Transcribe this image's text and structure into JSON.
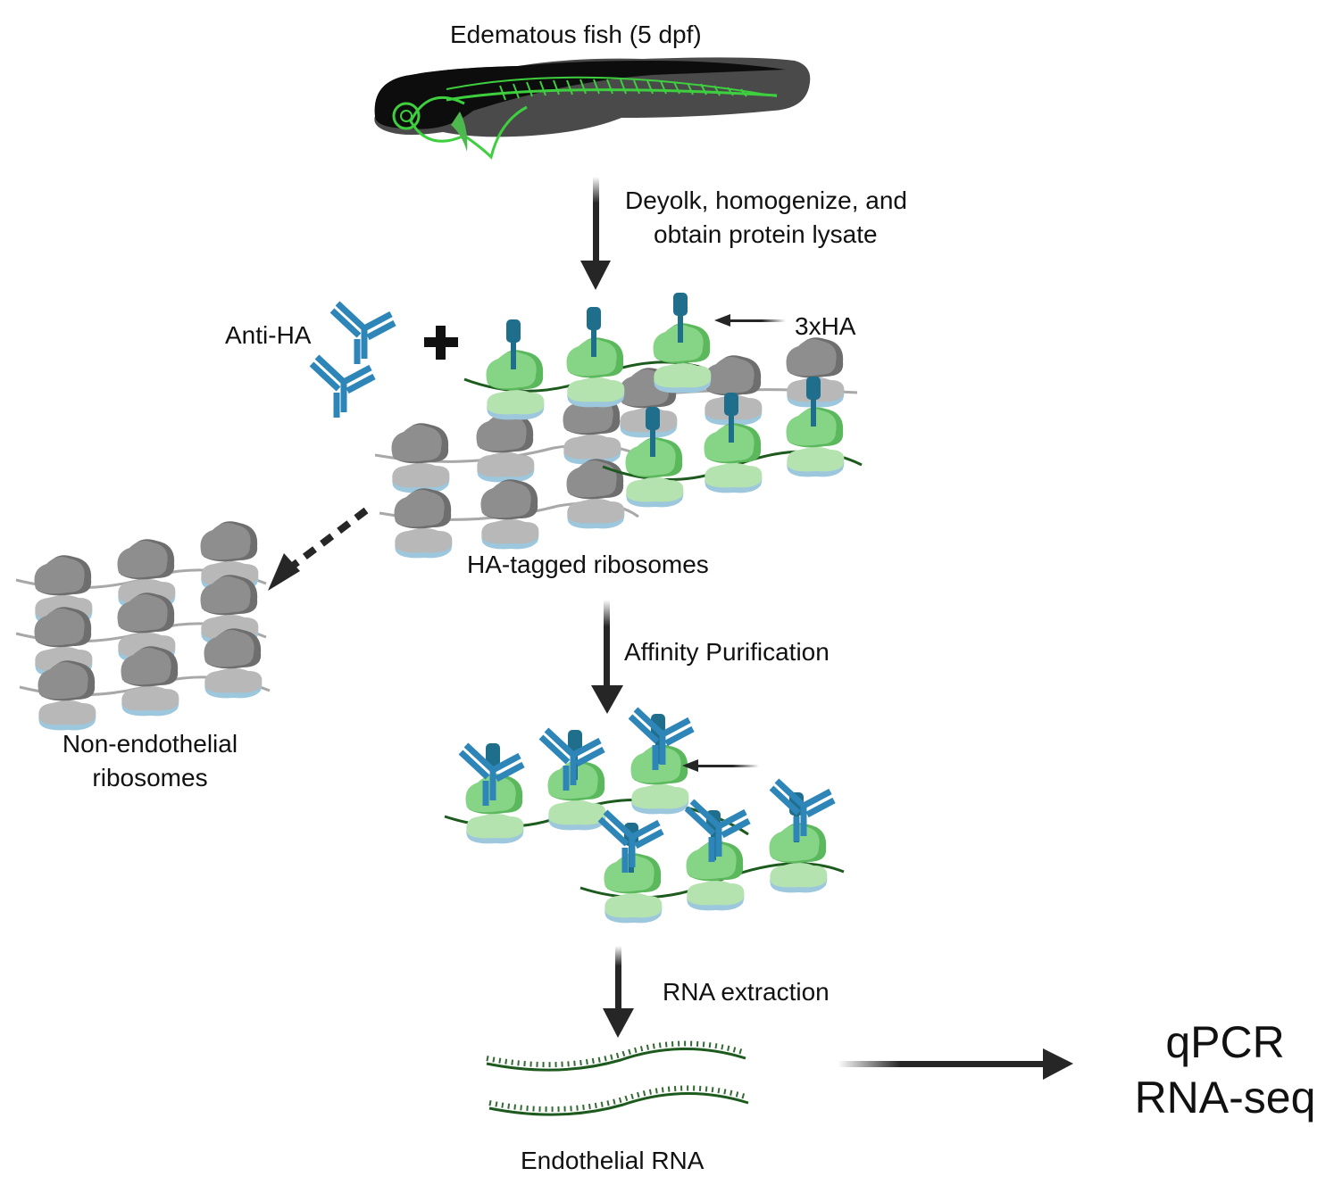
{
  "title": "TRAP workflow for endothelial ribosome profiling",
  "labels": {
    "fish": "Edematous fish (5 dpf)",
    "step1_line1": "Deyolk, homogenize, and",
    "step1_line2": "obtain protein lysate",
    "anti_ha": "Anti-HA",
    "tag": "3xHA",
    "ha_tagged": "HA-tagged ribosomes",
    "non_endo_line1": "Non-endothelial",
    "non_endo_line2": "ribosomes",
    "step2": "Affinity Purification",
    "step3": "RNA extraction",
    "endo_rna": "Endothelial RNA",
    "out1": "qPCR",
    "out2": "RNA-seq"
  },
  "colors": {
    "fish_body": "#3a3a3a",
    "vessel_green": "#4cd94c",
    "antibody_blue": "#2e86b8",
    "ha_tag_teal": "#1f6e8c",
    "ribo_green_large": "#7ccf7c",
    "ribo_green_small": "#b5e3b0",
    "ribo_grey_large": "#8a8a8a",
    "ribo_grey_small": "#b8b8b8",
    "ribo_base_blue": "#9cc7dc",
    "mrna_green": "#1d5a1d",
    "mrna_grey": "#a8a8a8",
    "arrow": "#262626"
  }
}
